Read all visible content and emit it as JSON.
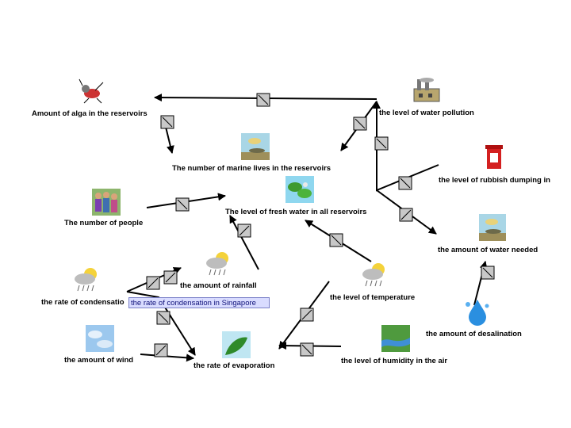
{
  "nodes": {
    "alga": "Amount of alga in the reservoirs",
    "water_pollution": "the level of water pollution",
    "marine_lives": "The number of marine lives in the reservoirs",
    "rubbish_dumping": "the level of rubbish dumping in",
    "people": "The number of people",
    "fresh_water": "The level of fresh water  in all reservoirs",
    "water_needed": "the amount of water needed",
    "rainfall": "the amount of rainfall",
    "temperature": "the level of temperature",
    "condensation": "the rate of condensatio",
    "desalination": "the amount of desalination",
    "wind": "the amount of wind",
    "evaporation": "the rate of evaporation",
    "humidity": "the level of humidity in the air"
  },
  "tooltip": "the rate of condensation in Singapore",
  "icons": [
    "mosquito-icon",
    "factory-icon",
    "fish-icon",
    "trash-can-icon",
    "people-icon",
    "lily-pond-icon",
    "fish-icon",
    "cloud-rain-icon",
    "cloud-rain-icon",
    "cloud-rain-icon",
    "water-drop-icon",
    "sky-icon",
    "leaf-icon",
    "river-map-icon"
  ]
}
